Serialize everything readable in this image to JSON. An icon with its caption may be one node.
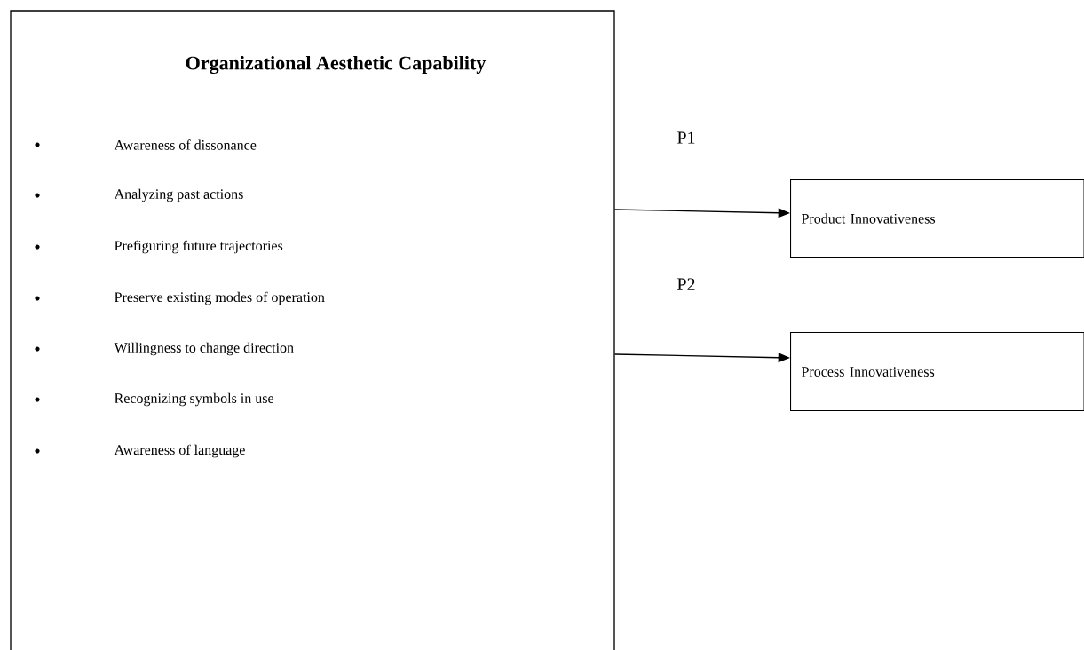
{
  "diagram": {
    "nodes": [
      {
        "text": [
          "Organizational Aesthetic Capability",
          "Awareness of dissonance",
          "Analyzing past actions",
          "Prefiguring future trajectories",
          "Preserve existing modes of operation",
          "Willingness to change direction",
          "Recognizing symbols in use",
          "Awareness of language"
        ]
      },
      {
        "text": [
          "Product Innovativeness"
        ]
      },
      {
        "text": [
          "Process Innovativeness"
        ]
      }
    ],
    "edges": [
      {
        "from": 0,
        "to": 1,
        "arrow": "to",
        "label": "P1"
      },
      {
        "from": 0,
        "to": 2,
        "arrow": "to",
        "label": "P2"
      }
    ]
  }
}
